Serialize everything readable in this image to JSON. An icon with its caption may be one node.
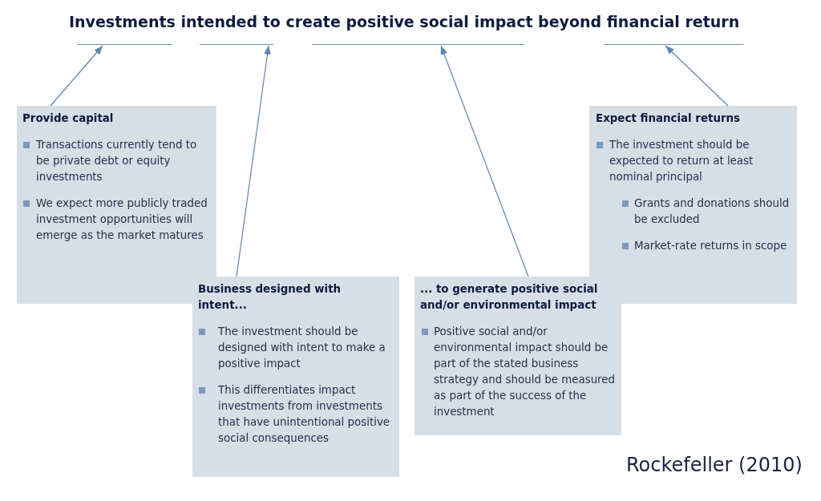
{
  "diagram": {
    "title": "Investments intended to create positive social impact beyond financial return",
    "nodes": [
      {
        "text": [],
        "shape": "line"
      },
      {
        "text": [],
        "shape": "line"
      },
      {
        "text": [],
        "shape": "line"
      },
      {
        "text": [],
        "shape": "line"
      },
      {
        "text": [
          "Provide capital",
          "Transactions currently tend to be private debt or equity investments",
          "We expect more publicly traded investment opportunities will emerge as the market matures"
        ]
      },
      {
        "text": [
          "Business designed with intent...",
          "The investment should be designed with intent to make a positive impact",
          "This differentiates impact investments from investments that have unintentional positive social consequences"
        ]
      },
      {
        "text": [
          "... to generate positive social and/or environmental impact",
          "Positive social and/or environmental impact should be part of the stated business strategy and should be measured as part of the success of the investment"
        ]
      },
      {
        "text": [
          "Expect financial returns",
          "The investment should be expected to return at least nominal principal",
          "Grants and donations should be excluded",
          "Market-rate returns in scope"
        ]
      }
    ],
    "edges": [
      {
        "from": 4,
        "to": 0,
        "arrow": "to"
      },
      {
        "from": 5,
        "to": 1,
        "arrow": "to"
      },
      {
        "from": 6,
        "to": 2,
        "arrow": "to"
      },
      {
        "from": 7,
        "to": 3,
        "arrow": "to"
      }
    ],
    "labels": [
      "Rockefeller (2010)"
    ]
  }
}
